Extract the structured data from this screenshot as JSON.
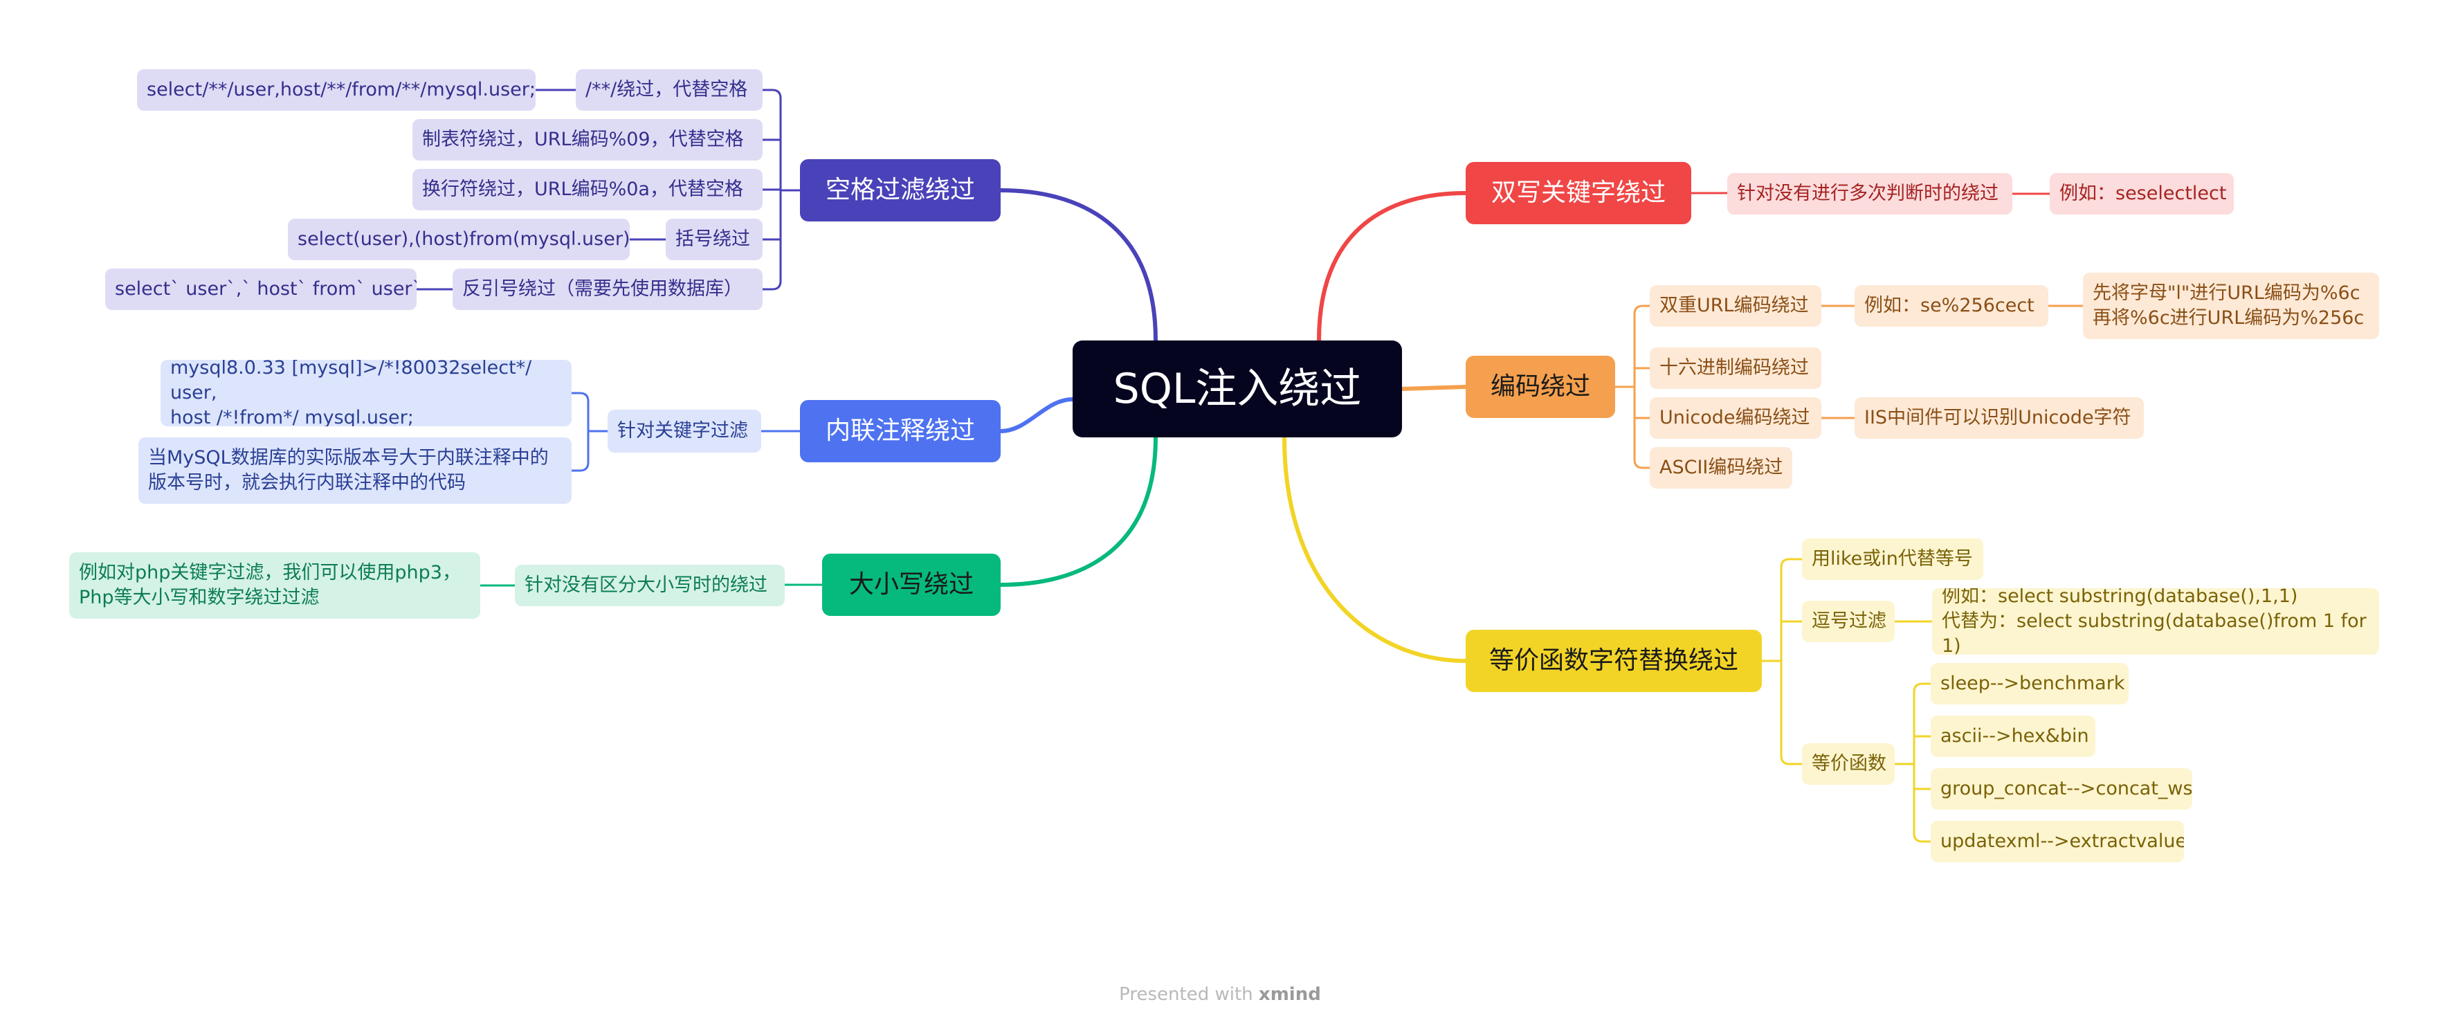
{
  "center": "SQL注入绕过",
  "branches": {
    "space": {
      "label": "空格过滤绕过",
      "comment": "/**/绕过，代替空格",
      "comment_ex": "select/**/user,host/**/from/**/mysql.user;",
      "tab": "制表符绕过，URL编码%09，代替空格",
      "newline": "换行符绕过，URL编码%0a，代替空格",
      "paren": "括号绕过",
      "paren_ex": "select(user),(host)from(mysql.user);",
      "backtick": "反引号绕过（需要先使用数据库）",
      "backtick_ex": "select` user`,` host` from` user`;"
    },
    "inline": {
      "label": "内联注释绕过",
      "keyword": "针对关键字过滤",
      "ex1_l1": "mysql8.0.33 [mysql]>/*!80032select*/ user,",
      "ex1_l2": "host /*!from*/ mysql.user;",
      "ex2_l1": "当MySQL数据库的实际版本号大于内联注释中的",
      "ex2_l2": "版本号时，就会执行内联注释中的代码"
    },
    "case": {
      "label": "大小写绕过",
      "desc": "针对没有区分大小写时的绕过",
      "ex_l1": "例如对php关键字过滤，我们可以使用php3，",
      "ex_l2": "Php等大小写和数字绕过过滤"
    },
    "double": {
      "label": "双写关键字绕过",
      "desc": "针对没有进行多次判断时的绕过",
      "ex": "例如：seselectlect"
    },
    "encode": {
      "label": "编码绕过",
      "double_url": "双重URL编码绕过",
      "double_url_ex": "例如：se%256cect",
      "double_url_note_l1": "先将字母\"l\"进行URL编码为%6c",
      "double_url_note_l2": "再将%6c进行URL编码为%256c",
      "hex": "十六进制编码绕过",
      "unicode": "Unicode编码绕过",
      "unicode_note": "IIS中间件可以识别Unicode字符",
      "ascii": "ASCII编码绕过"
    },
    "equiv": {
      "label": "等价函数字符替换绕过",
      "like": "用like或in代替等号",
      "comma": "逗号过滤",
      "comma_ex_l1": "例如：select substring(database(),1,1)",
      "comma_ex_l2": "代替为：select substring(database()from 1 for 1)",
      "func": "等价函数",
      "f1": "sleep-->benchmark",
      "f2": "ascii-->hex&bin",
      "f3": "group_concat-->concat_ws",
      "f4": "updatexml-->extractvalue"
    }
  },
  "footer": {
    "prefix": "Presented with ",
    "brand": "xmind"
  },
  "colors": {
    "center": "#050520",
    "space": "#4a42b9",
    "inline": "#4e72f0",
    "case": "#06b97c",
    "double": "#f04646",
    "encode": "#f5a04e",
    "equiv": "#f2d426"
  }
}
